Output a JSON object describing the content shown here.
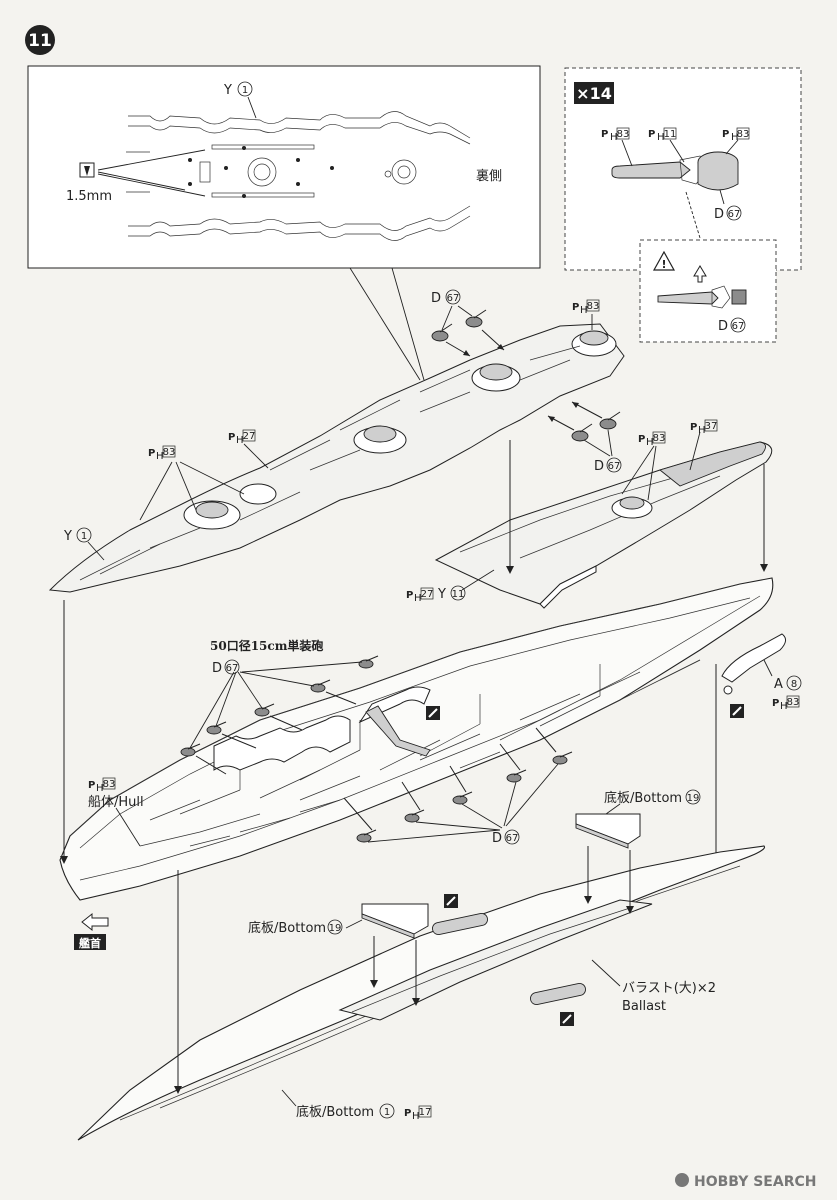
{
  "step_number": "11",
  "detail_panel": {
    "part_label": "Y",
    "part_number": "1",
    "drill_size": "1.5mm",
    "side_label": "裏側"
  },
  "inset_panel": {
    "quantity": "×14",
    "part_prefix": "P",
    "part_sub": "H",
    "barrel_number": "83",
    "shield_number": "11",
    "turret_number": "83",
    "d_label": "D",
    "d_number": "67"
  },
  "warning_panel": {
    "d_label": "D",
    "d_number": "67"
  },
  "deck_labels": {
    "d_top": {
      "letter": "D",
      "number": "67"
    },
    "d_right": {
      "letter": "D",
      "number": "67"
    },
    "ph83_top": "83",
    "ph27": "27",
    "ph83_left": "83",
    "y1": {
      "letter": "Y",
      "number": "1"
    },
    "ph83_fore": "83",
    "ph37": "37",
    "ph27_y11": {
      "ph": "27",
      "letter": "Y",
      "number": "11"
    }
  },
  "hull_labels": {
    "gun_title": "50口径15cm単装砲",
    "d_left": {
      "letter": "D",
      "number": "67"
    },
    "d_bottom": {
      "letter": "D",
      "number": "67"
    },
    "ph83_hull": "83",
    "hull_name": "船体/Hull",
    "a8": {
      "letter": "A",
      "number": "8"
    },
    "ph83_a": "83",
    "bow_label": "艦首"
  },
  "bottom_labels": {
    "bottom19_top": {
      "text": "底板/Bottom",
      "number": "19"
    },
    "bottom19_left": {
      "text": "底板/Bottom",
      "number": "19"
    },
    "ballast_jp": "バラスト(大)×2",
    "ballast_en": "Ballast",
    "bottom1": {
      "text": "底板/Bottom",
      "number": "1"
    },
    "ph17": "17"
  },
  "watermark": "HOBBY SEARCH"
}
